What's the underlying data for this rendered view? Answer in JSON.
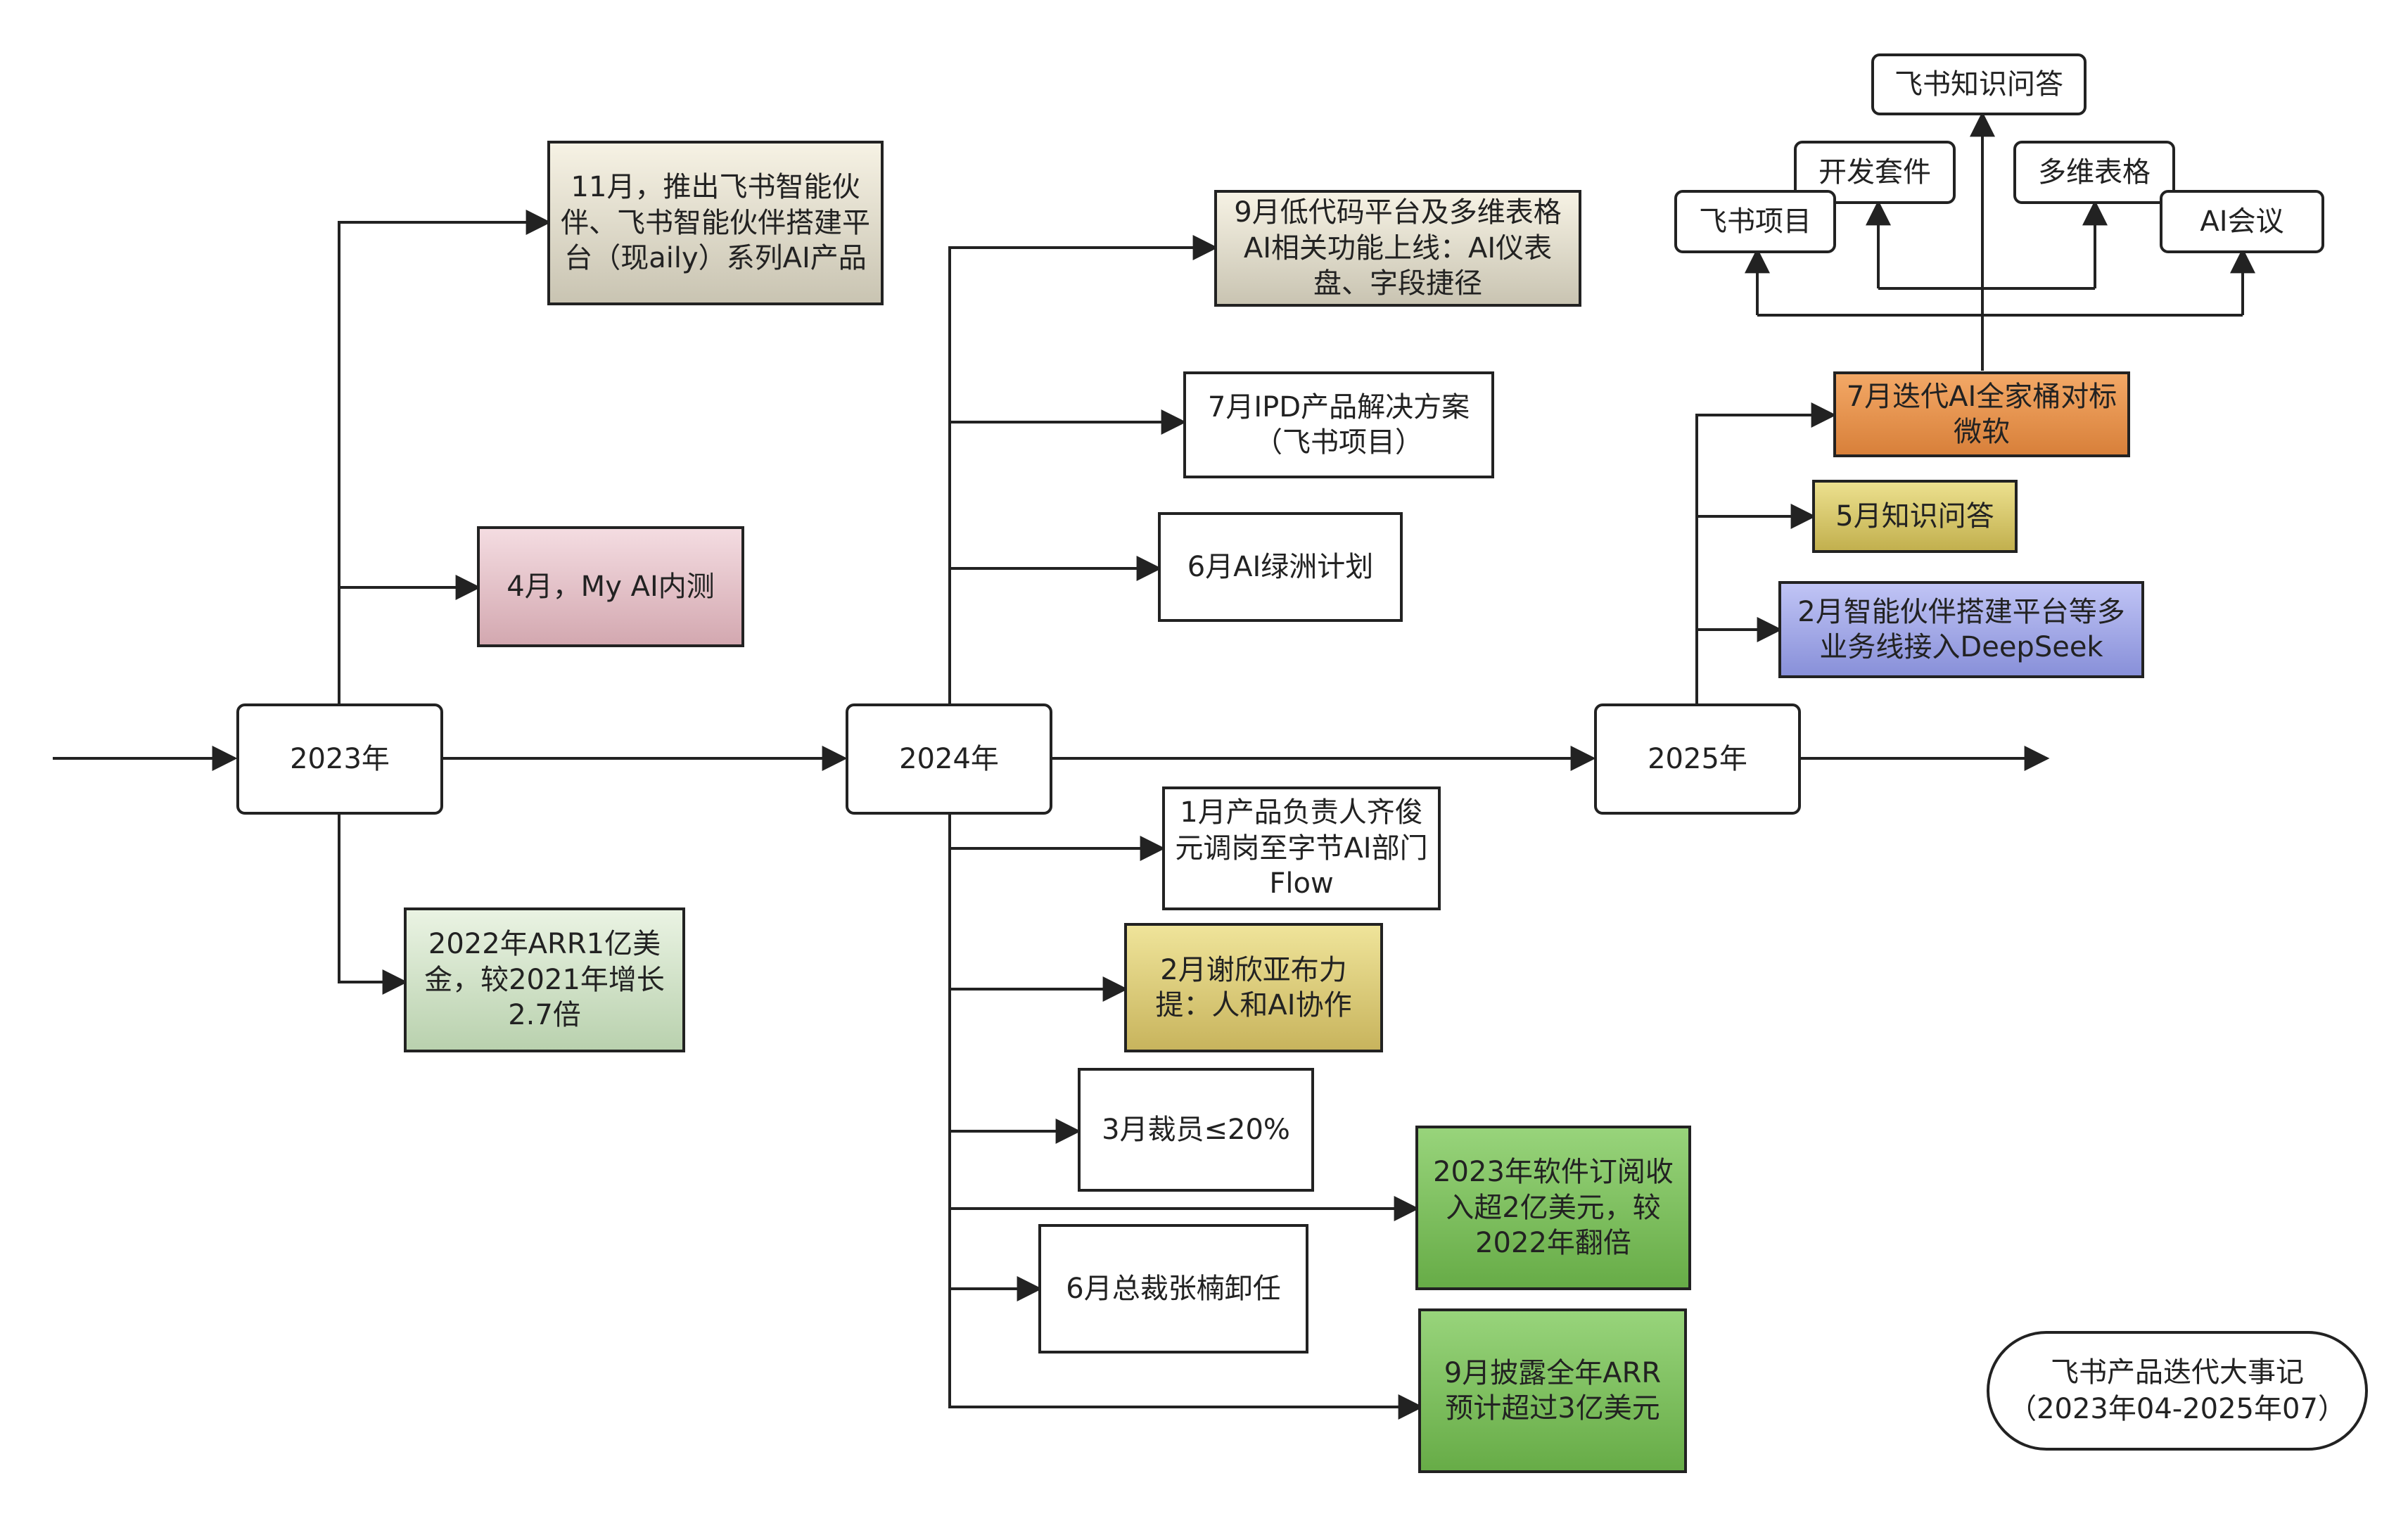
{
  "title": "飞书产品迭代大事记\n（2023年04-2025年07）",
  "years": {
    "y2023": "2023年",
    "y2024": "2024年",
    "y2025": "2025年"
  },
  "events_2023": {
    "nov": "11月，推出飞书智能伙伴、飞书智能伙伴搭建平台（现aily）系列AI产品",
    "apr": "4月，My AI内测",
    "arr": "2022年ARR1亿美金，较2021年增长2.7倍"
  },
  "events_2024": {
    "sep_lowcode": "9月低代码平台及多维表格AI相关功能上线：AI仪表盘、字段捷径",
    "jul_ipd": "7月IPD产品解决方案（飞书项目）",
    "jun_oasis": "6月AI绿洲计划",
    "jan_transfer": "1月产品负责人齐俊元调岗至字节AI部门Flow",
    "feb_xie": "2月谢欣亚布力提：人和AI协作",
    "mar_layoff": "3月裁员≤20%",
    "revenue_2023": "2023年软件订阅收入超2亿美元，较2022年翻倍",
    "jun_president": "6月总裁张楠卸任",
    "sep_arr": "9月披露全年ARR预计超过3亿美元"
  },
  "events_2025": {
    "jul_ai_bundle": "7月迭代AI全家桶对标微软",
    "may_qa": "5月知识问答",
    "feb_deepseek": "2月智能伙伴搭建平台等多业务线接入DeepSeek"
  },
  "ai_bundle_children": {
    "knowledge_qa": "飞书知识问答",
    "dev_kit": "开发套件",
    "multi_table": "多维表格",
    "feishu_project": "飞书项目",
    "ai_meeting": "AI会议"
  },
  "colors": {
    "line": "#222222",
    "beige": "#dcd7c5",
    "pink": "#e3bcc3",
    "light_green": "#cfe0c5",
    "khaki": "#dccb76",
    "lime_green": "#7fc15f",
    "orange": "#e58f4c",
    "gold": "#d6c66d",
    "lavender": "#a2a8e8"
  }
}
